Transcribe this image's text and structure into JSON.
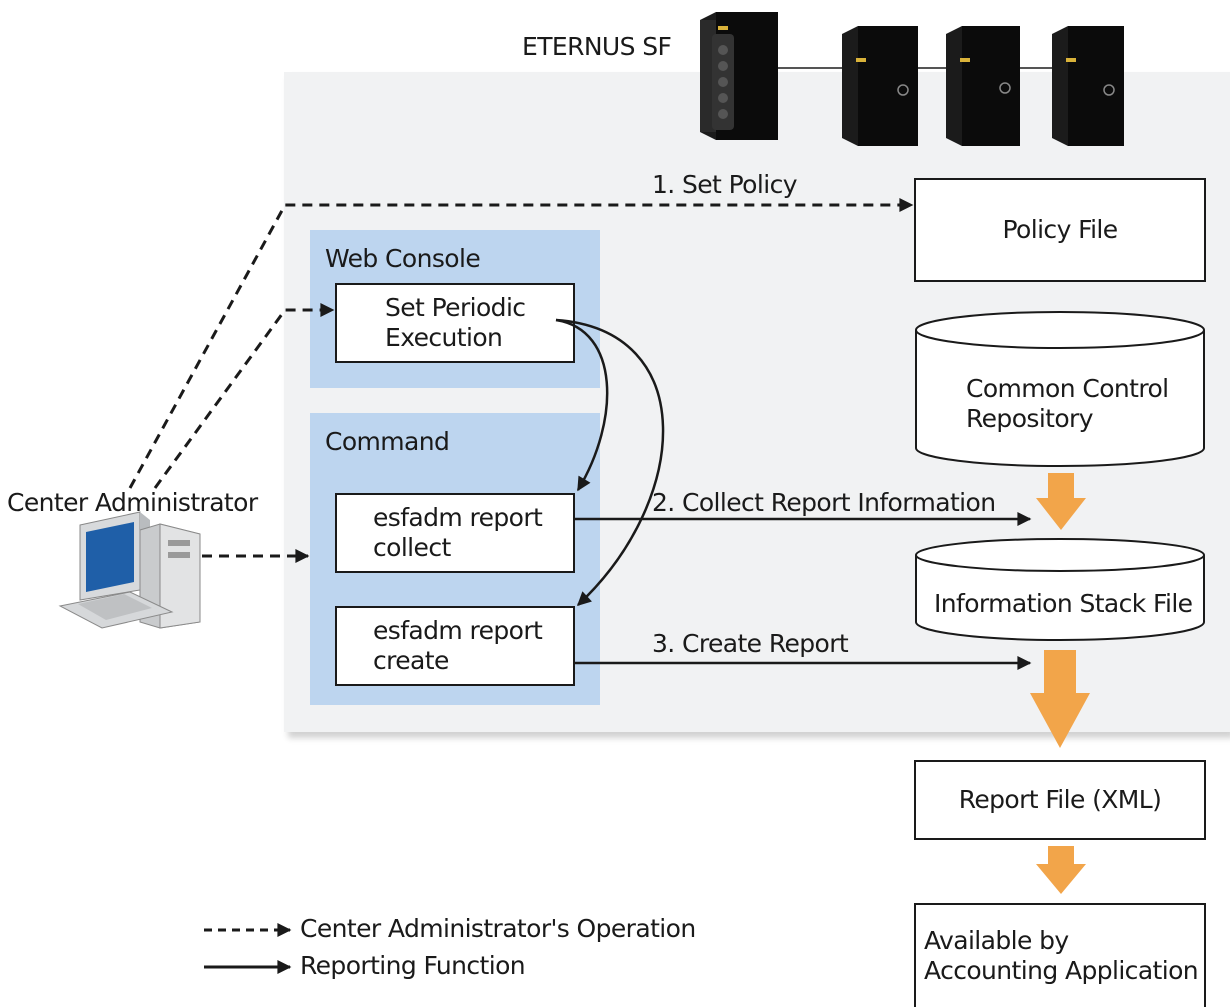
{
  "system_label": "ETERNUS SF",
  "web_console": {
    "title": "Web Console",
    "set_periodic_line1": "Set Periodic",
    "set_periodic_line2": "Execution"
  },
  "command": {
    "title": "Command",
    "collect_line1": "esfadm report",
    "collect_line2": "collect",
    "create_line1": "esfadm report",
    "create_line2": "create"
  },
  "actor": {
    "label": "Center Administrator"
  },
  "steps": {
    "set_policy": "1. Set Policy",
    "collect": "2. Collect Report Information",
    "create": "3. Create Report"
  },
  "stores": {
    "policy_file": "Policy File",
    "repository_line1": "Common Control",
    "repository_line2": "Repository",
    "info_stack": "Information Stack File",
    "report_file": "Report File (XML)",
    "available_line1": "Available by",
    "available_line2": "Accounting Application"
  },
  "legend": {
    "dashed": "Center Administrator's Operation",
    "solid": "Reporting Function"
  },
  "colors": {
    "background_panel": "#f1f2f3",
    "blue_region": "#bdd5ef",
    "flow_arrow": "#f2a54a",
    "line": "#1a1a1a"
  }
}
